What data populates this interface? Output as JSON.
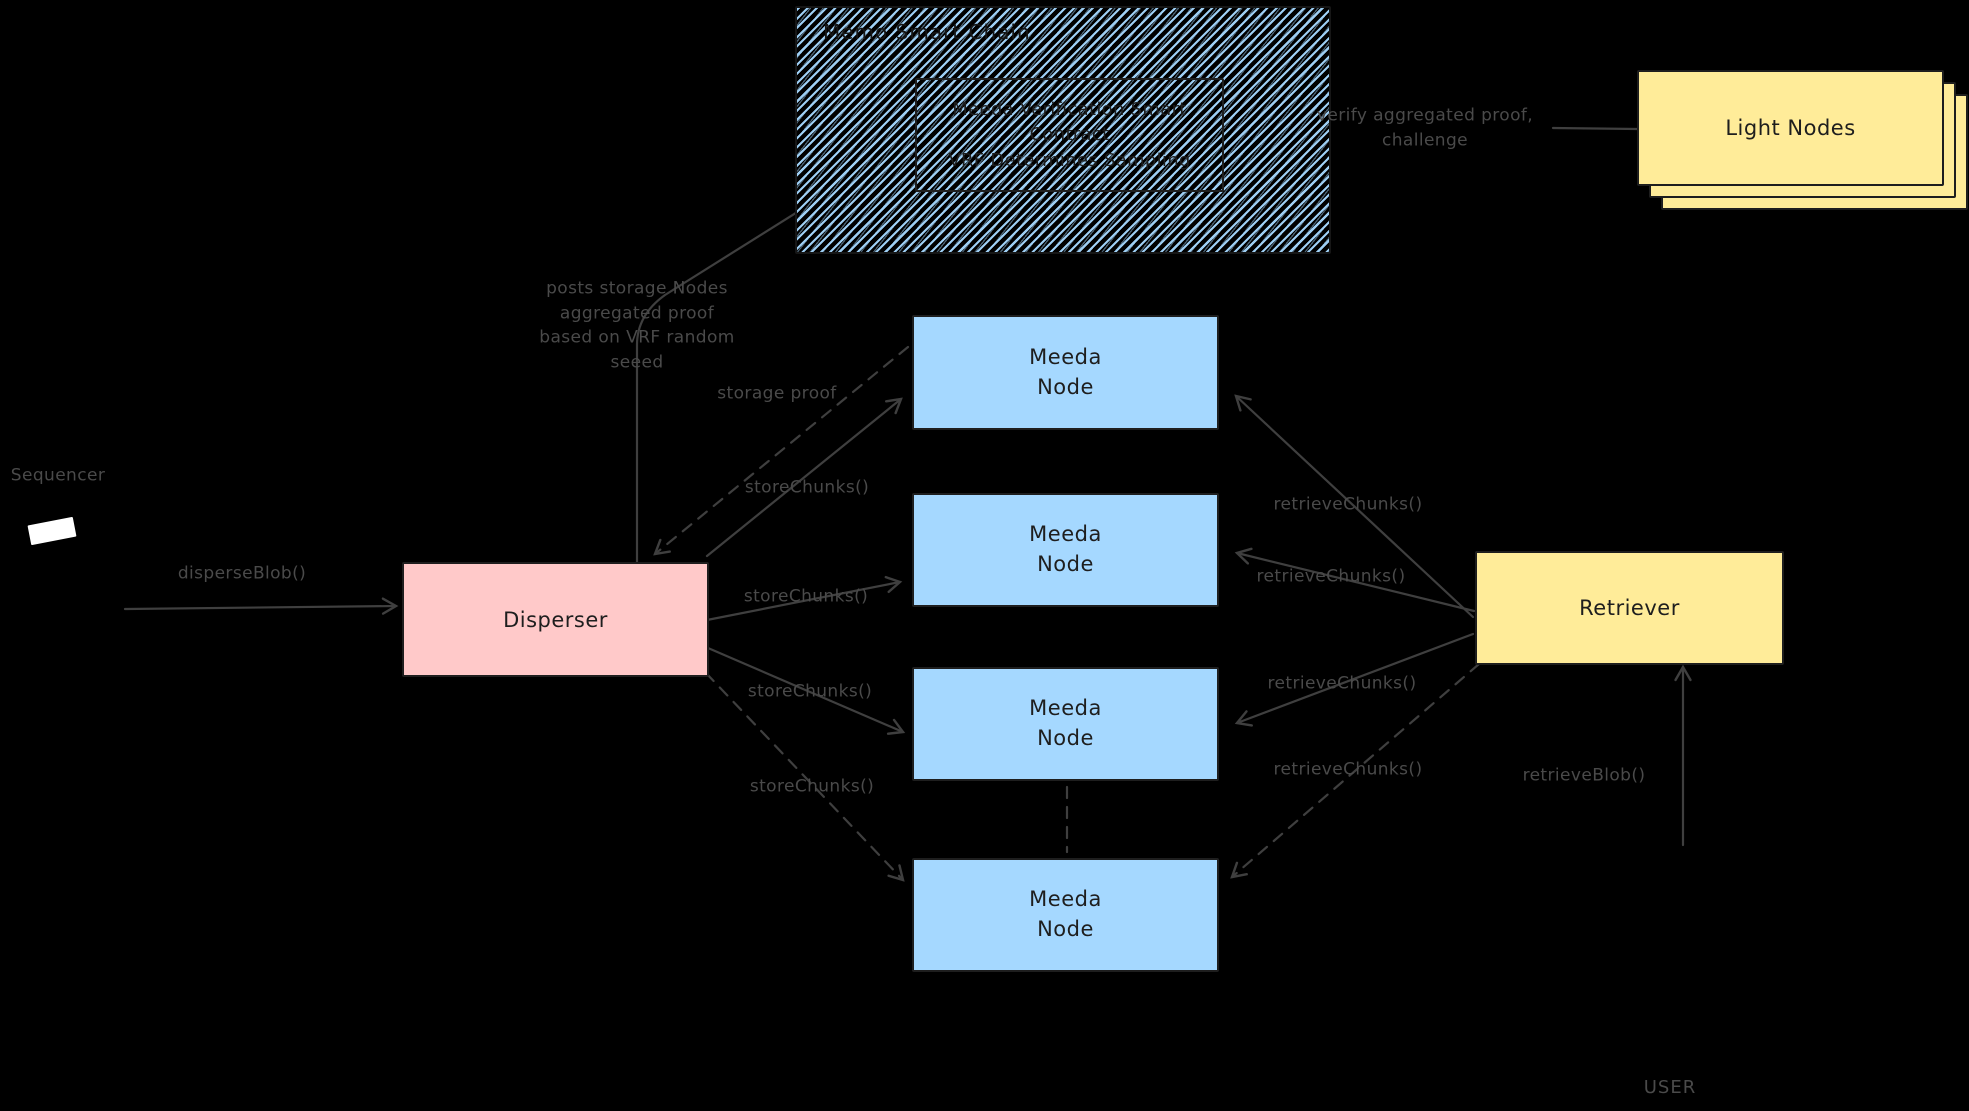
{
  "canvas": {
    "background": "#000000"
  },
  "palette": {
    "node_blue": "#a5d8ff",
    "disperser_pink": "#ffc9c9",
    "retriever_yellow": "#ffec99",
    "ink": "#1e1e1e",
    "muted_label_gray": "#4a4a4a"
  },
  "chain": {
    "title": "Memo Smart Chain",
    "contract": "Meeda Verification Smart\nContract\nVRF Determines Sampling"
  },
  "actors": {
    "sequencer_label": "Sequencer",
    "disperser": "Disperser",
    "meeda_node": "Meeda\nNode",
    "retriever": "Retriever",
    "light_nodes": "Light Nodes",
    "user_label": "USER"
  },
  "edges": {
    "disperse_blob": "disperseBlob()",
    "posts_proof": "posts storage Nodes\naggregated proof\nbased on VRF random\nseeed",
    "storage_proof": "storage proof",
    "store_chunks": "storeChunks()",
    "retrieve_chunks": "retrieveChunks()",
    "retrieve_blob": "retrieveBlob()",
    "verify": "verify aggregated proof,\nchallenge"
  }
}
